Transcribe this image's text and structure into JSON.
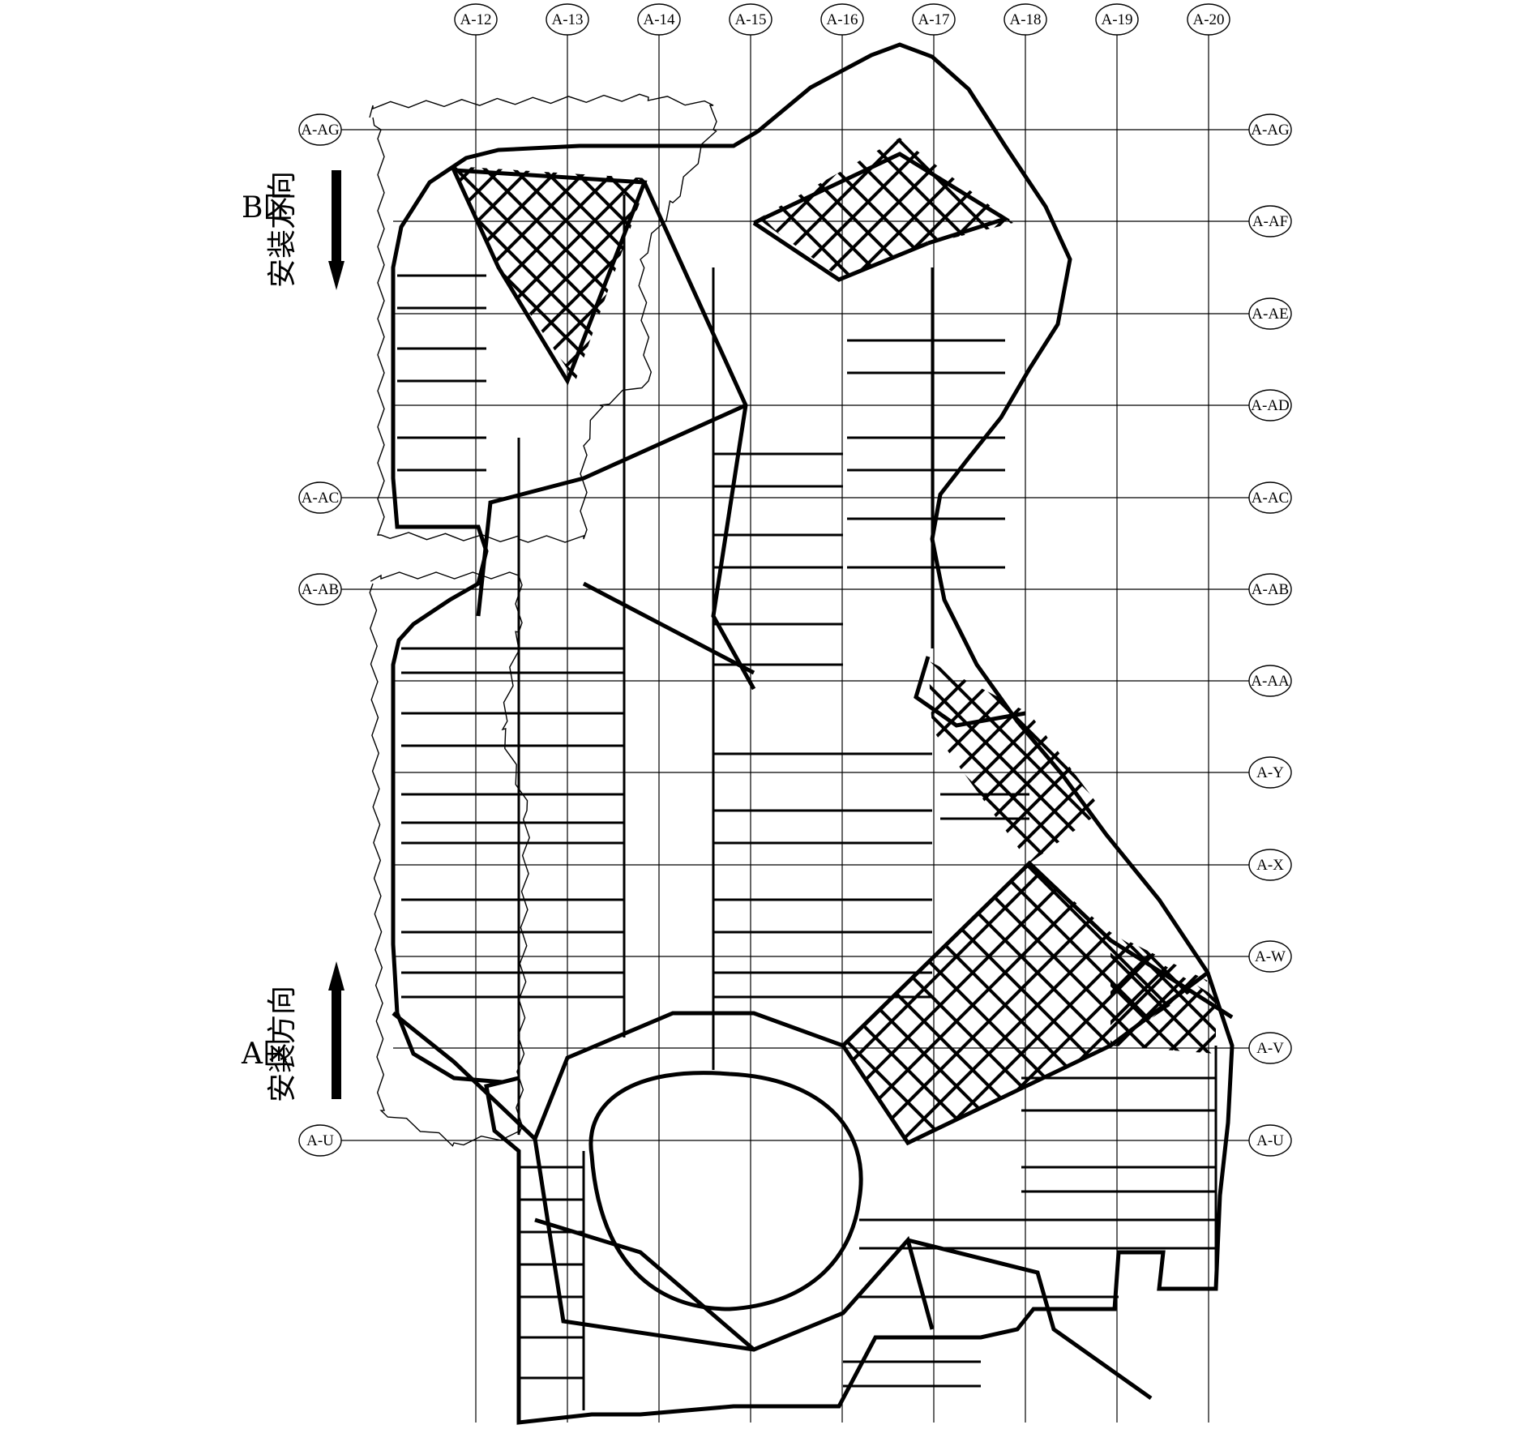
{
  "drawing": {
    "column_axes": [
      "A-12",
      "A-13",
      "A-14",
      "A-15",
      "A-16",
      "A-17",
      "A-18",
      "A-19",
      "A-20"
    ],
    "row_axes": [
      "A-AG",
      "A-AF",
      "A-AE",
      "A-AD",
      "A-AC",
      "A-AB",
      "A-AA",
      "A-Y",
      "A-X",
      "A-W",
      "A-V",
      "A-U"
    ],
    "left_row_axes": [
      "A-AG",
      "A-AC",
      "A-AB",
      "A-U"
    ],
    "zones": [
      {
        "zone": "B区",
        "direction_text": "安装方向",
        "arrow": "down"
      },
      {
        "zone": "A区",
        "direction_text": "安装方向",
        "arrow": "up"
      }
    ]
  }
}
